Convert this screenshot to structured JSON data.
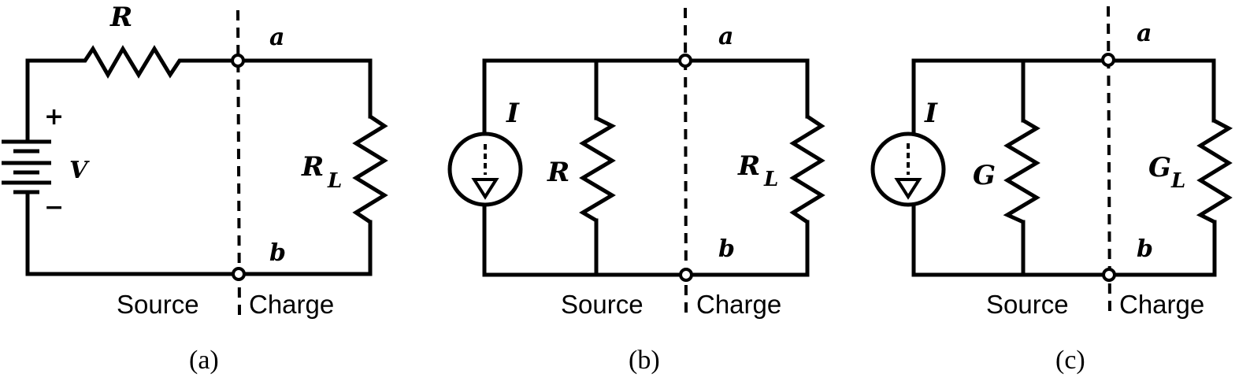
{
  "figure": {
    "panels": [
      {
        "id": "a",
        "caption": "(a)",
        "source_type": "voltage-source",
        "source_label": "V",
        "plus_sign": "+",
        "minus_sign": "−",
        "internal_element_label": "R",
        "load_label": "R",
        "load_subscript": "L",
        "terminal_top": "a",
        "terminal_bottom": "b",
        "left_side_label": "Source",
        "right_side_label": "Charge"
      },
      {
        "id": "b",
        "caption": "(b)",
        "source_type": "current-source",
        "source_label": "I",
        "internal_element_label": "R",
        "load_label": "R",
        "load_subscript": "L",
        "terminal_top": "a",
        "terminal_bottom": "b",
        "left_side_label": "Source",
        "right_side_label": "Charge"
      },
      {
        "id": "c",
        "caption": "(c)",
        "source_type": "current-source",
        "source_label": "I",
        "internal_element_label": "G",
        "load_label": "G",
        "load_subscript": "L",
        "terminal_top": "a",
        "terminal_bottom": "b",
        "left_side_label": "Source",
        "right_side_label": "Charge"
      }
    ]
  }
}
